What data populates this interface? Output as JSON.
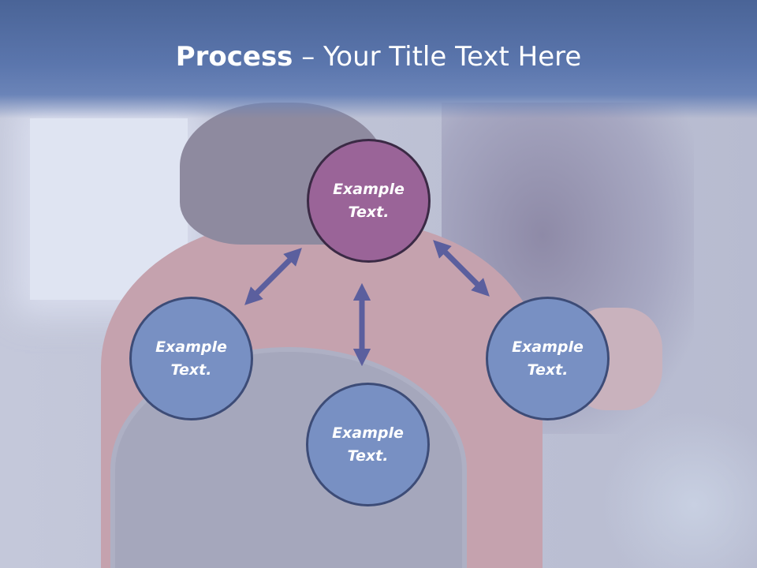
{
  "slide": {
    "title_bold": "Process",
    "title_rest": " – Your Title Text Here"
  },
  "diagram": {
    "nodes": [
      {
        "id": "top",
        "text": "Example\nText.",
        "color": "#9a6498"
      },
      {
        "id": "left",
        "text": "Example\nText.",
        "color": "#7890c3"
      },
      {
        "id": "bottom",
        "text": "Example\nText.",
        "color": "#7890c3"
      },
      {
        "id": "right",
        "text": "Example\nText.",
        "color": "#7890c3"
      }
    ],
    "arrow_color": "#5b5f9e",
    "connections": [
      {
        "from": "top",
        "to": "left",
        "type": "double-arrow"
      },
      {
        "from": "top",
        "to": "bottom",
        "type": "double-arrow"
      },
      {
        "from": "top",
        "to": "right",
        "type": "double-arrow"
      }
    ]
  }
}
